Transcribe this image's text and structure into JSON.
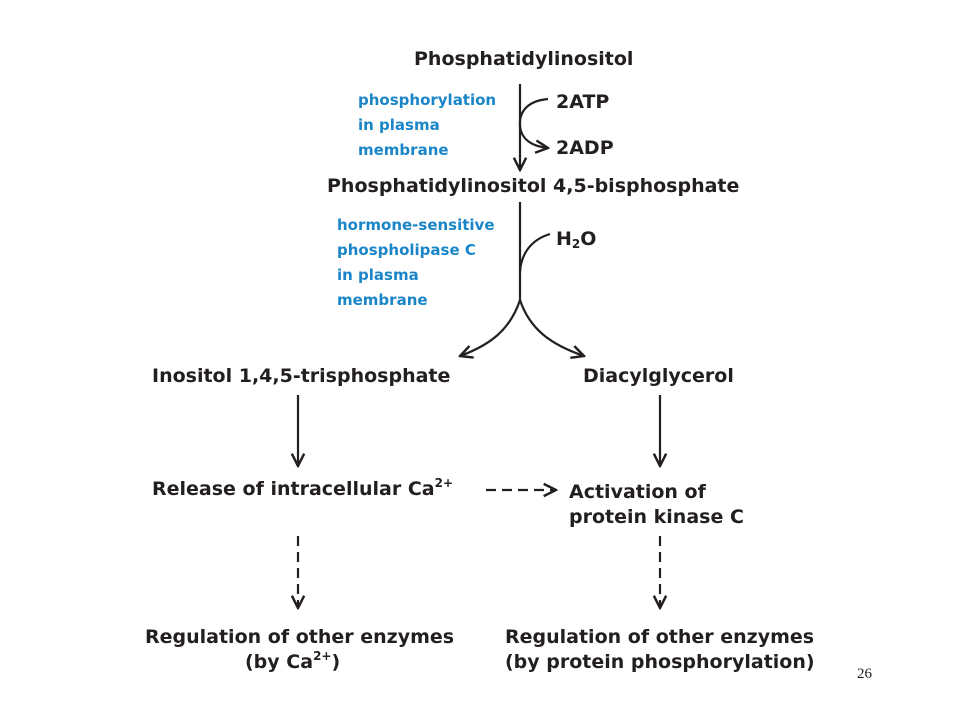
{
  "nodes": {
    "phosphatidylinositol": "Phosphatidylinositol",
    "pip2": "Phosphatidylinositol 4,5-bisphosphate",
    "ip3": "Inositol 1,4,5-trisphosphate",
    "dag": "Diacylglycerol",
    "ca_release": {
      "text": "Release  of intracellular Ca",
      "sup": "2+"
    },
    "pkc_activation": [
      "Activation of",
      "protein kinase C"
    ],
    "reg_ca": {
      "line1": "Regulation of other enzymes",
      "line2_pre": "(by Ca",
      "line2_sup": "2+",
      "line2_post": ")"
    },
    "reg_phos": [
      "Regulation of other enzymes",
      "(by protein phosphorylation)"
    ]
  },
  "step1": {
    "enzyme": [
      "phosphorylation",
      "in plasma",
      "membrane"
    ],
    "input": "2ATP",
    "output": "2ADP"
  },
  "step2": {
    "enzyme": [
      "hormone-sensitive",
      "phospholipase C",
      "in plasma",
      "membrane"
    ],
    "input": {
      "pre": "H",
      "sub": "2",
      "post": "O"
    }
  },
  "page_number": "26",
  "colors": {
    "enzyme_text": "#1a86c8",
    "text": "#231f20"
  }
}
